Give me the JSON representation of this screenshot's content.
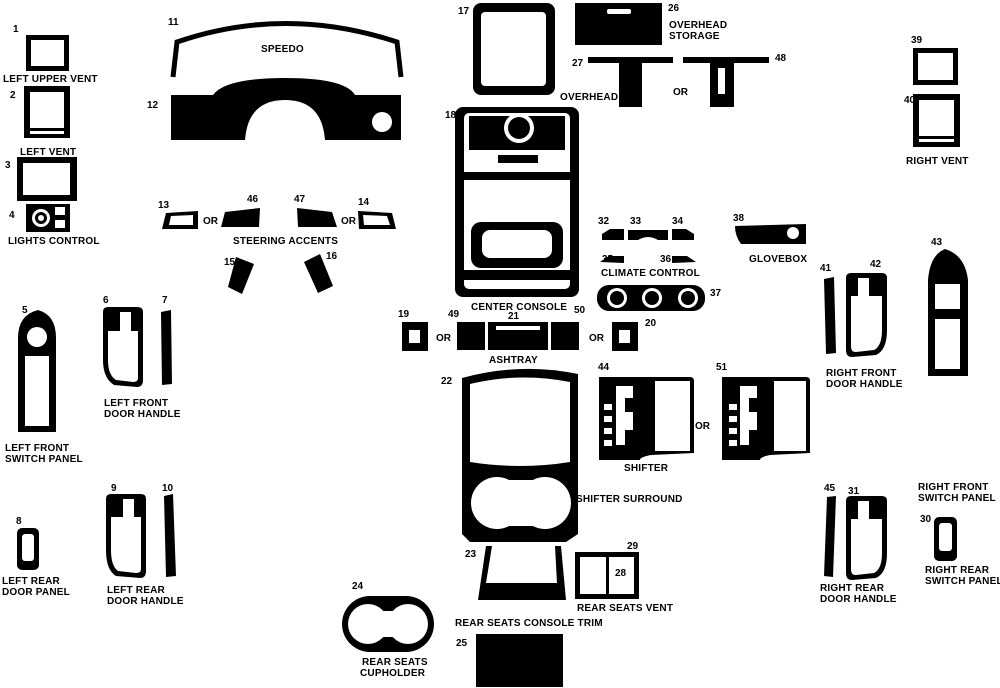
{
  "colors": {
    "part": "#000000",
    "background": "#ffffff"
  },
  "numbers": {
    "n1": "1",
    "n2": "2",
    "n3": "3",
    "n4": "4",
    "n5": "5",
    "n6": "6",
    "n7": "7",
    "n8": "8",
    "n9": "9",
    "n10": "10",
    "n11": "11",
    "n12": "12",
    "n13": "13",
    "n14": "14",
    "n15": "15",
    "n16": "16",
    "n17": "17",
    "n18": "18",
    "n19": "19",
    "n20": "20",
    "n21": "21",
    "n22": "22",
    "n23": "23",
    "n24": "24",
    "n25": "25",
    "n26": "26",
    "n27": "27",
    "n28": "28",
    "n29": "29",
    "n30": "30",
    "n31": "31",
    "n32": "32",
    "n33": "33",
    "n34": "34",
    "n35": "35",
    "n36": "36",
    "n37": "37",
    "n38": "38",
    "n39": "39",
    "n40": "40",
    "n41": "41",
    "n42": "42",
    "n43": "43",
    "n44": "44",
    "n45": "45",
    "n46": "46",
    "n47": "47",
    "n48": "48",
    "n49": "49",
    "n50": "50",
    "n51": "51"
  },
  "labels": {
    "left_upper_vent": "LEFT UPPER VENT",
    "left_vent": "LEFT VENT",
    "lights_control": "LIGHTS CONTROL",
    "speedo": "SPEEDO",
    "steering_accents": "STEERING ACCENTS",
    "overhead_storage_1": "OVERHEAD",
    "overhead_storage_2": "STORAGE",
    "overhead": "OVERHEAD",
    "right_vent": "RIGHT VENT",
    "center_console": "CENTER CONSOLE",
    "climate_control": "CLIMATE CONTROL",
    "glovebox": "GLOVEBOX",
    "ashtray": "ASHTRAY",
    "left_front_switch_panel_1": "LEFT FRONT",
    "left_front_switch_panel_2": "SWITCH PANEL",
    "left_front_door_handle_1": "LEFT FRONT",
    "left_front_door_handle_2": "DOOR HANDLE",
    "right_front_door_handle_1": "RIGHT FRONT",
    "right_front_door_handle_2": "DOOR HANDLE",
    "shifter": "SHIFTER",
    "shifter_surround": "SHIFTER SURROUND",
    "right_front_switch_panel_1": "RIGHT FRONT",
    "right_front_switch_panel_2": "SWITCH PANEL",
    "left_rear_door_panel_1": "LEFT REAR",
    "left_rear_door_panel_2": "DOOR PANEL",
    "left_rear_door_handle_1": "LEFT REAR",
    "left_rear_door_handle_2": "DOOR HANDLE",
    "rear_seats_vent": "REAR SEATS VENT",
    "rear_seats_console_trim": "REAR SEATS CONSOLE TRIM",
    "right_rear_door_handle_1": "RIGHT REAR",
    "right_rear_door_handle_2": "DOOR HANDLE",
    "right_rear_switch_panel_1": "RIGHT REAR",
    "right_rear_switch_panel_2": "SWITCH PANEL",
    "rear_seats_cupholder_1": "REAR SEATS",
    "rear_seats_cupholder_2": "CUPHOLDER"
  },
  "or_text": "OR"
}
